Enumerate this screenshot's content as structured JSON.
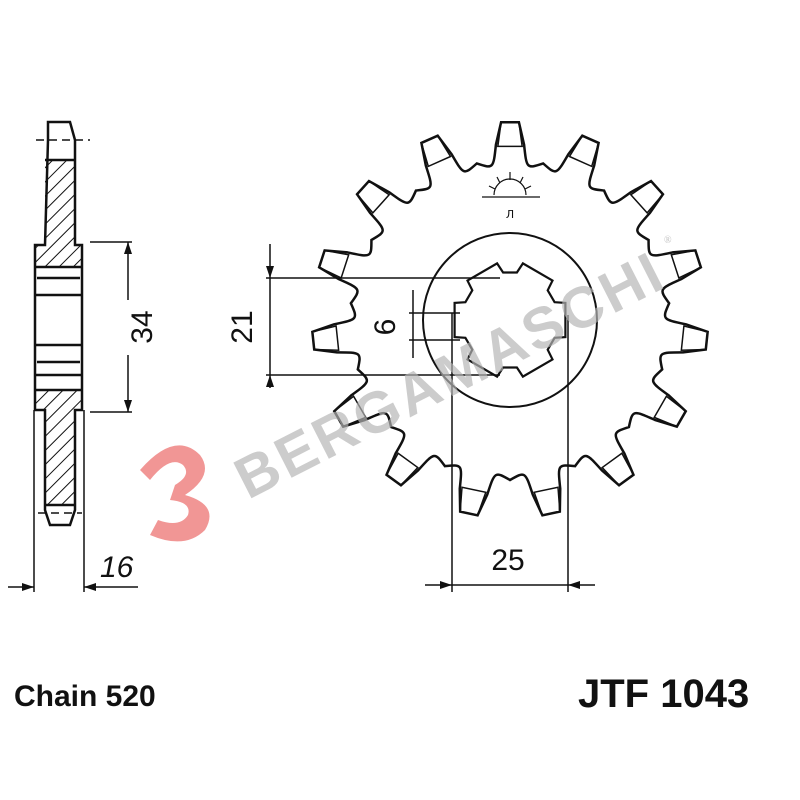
{
  "drawing": {
    "dimensions": {
      "hub_diameter": "34",
      "spline_major": "21",
      "spline_width": "6",
      "offset": "25",
      "thickness": "16"
    },
    "teeth_count": 15,
    "spline_count": 6
  },
  "footer": {
    "chain": "Chain 520",
    "part_code": "JTF 1043"
  },
  "watermark": {
    "brand": "BERGAMASCHI",
    "registered": "®",
    "logo_color": "#e8504f",
    "text_color": "#b5b5b5"
  }
}
